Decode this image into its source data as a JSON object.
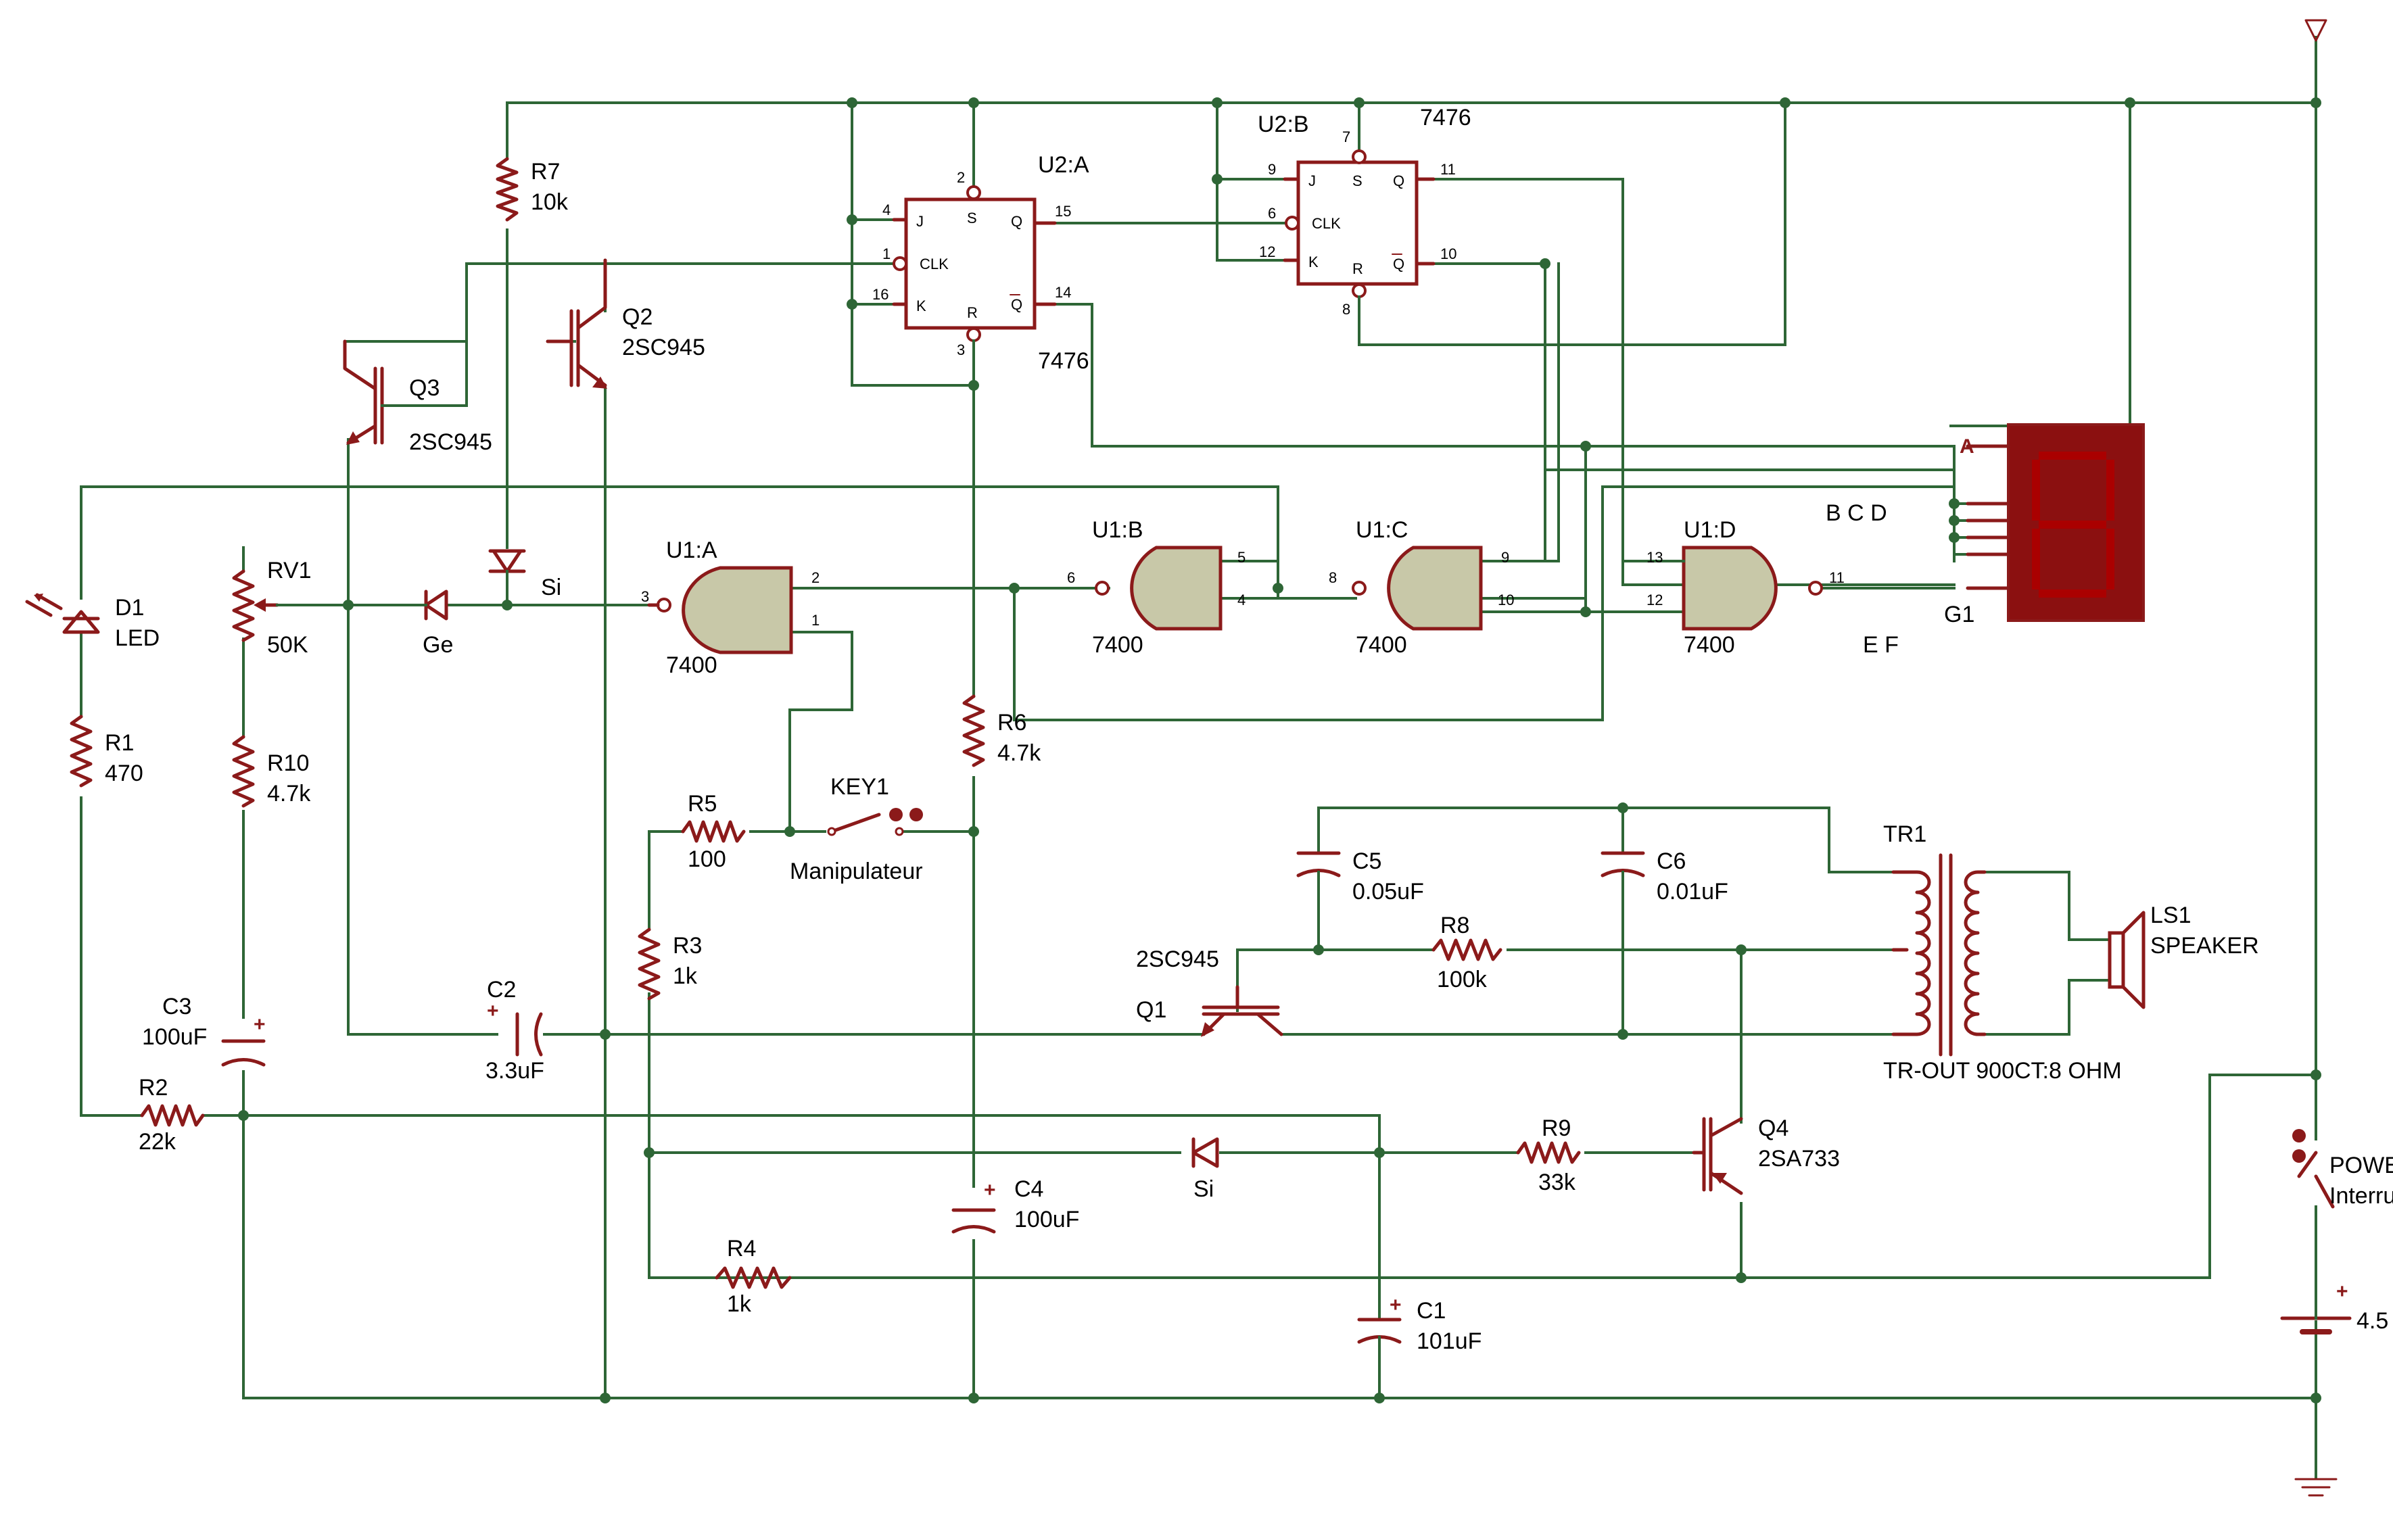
{
  "components": {
    "r7": {
      "ref": "R7",
      "value": "10k"
    },
    "r1": {
      "ref": "R1",
      "value": "470"
    },
    "r10": {
      "ref": "R10",
      "value": "4.7k"
    },
    "rv1": {
      "ref": "RV1",
      "value": "50K"
    },
    "r2": {
      "ref": "R2",
      "value": "22k"
    },
    "r3": {
      "ref": "R3",
      "value": "1k"
    },
    "r4": {
      "ref": "R4",
      "value": "1k"
    },
    "r5": {
      "ref": "R5",
      "value": "100"
    },
    "r6": {
      "ref": "R6",
      "value": "4.7k"
    },
    "r8": {
      "ref": "R8",
      "value": "100k"
    },
    "r9": {
      "ref": "R9",
      "value": "33k"
    },
    "c1": {
      "ref": "C1",
      "value": "101uF"
    },
    "c2": {
      "ref": "C2",
      "value": "3.3uF"
    },
    "c3": {
      "ref": "C3",
      "value": "100uF"
    },
    "c4": {
      "ref": "C4",
      "value": "100uF"
    },
    "c5": {
      "ref": "C5",
      "value": "0.05uF"
    },
    "c6": {
      "ref": "C6",
      "value": "0.01uF"
    },
    "d1": {
      "ref": "D1",
      "value": "LED"
    },
    "d_ge": {
      "value": "Ge"
    },
    "d_si1": {
      "value": "Si"
    },
    "d_si2": {
      "value": "Si"
    },
    "q1": {
      "ref": "Q1",
      "value": "2SC945"
    },
    "q2": {
      "ref": "Q2",
      "value": "2SC945"
    },
    "q3": {
      "ref": "Q3",
      "value": "2SC945"
    },
    "q4": {
      "ref": "Q4",
      "value": "2SA733"
    },
    "u1a": {
      "ref": "U1:A",
      "value": "7400"
    },
    "u1b": {
      "ref": "U1:B",
      "value": "7400"
    },
    "u1c": {
      "ref": "U1:C",
      "value": "7400"
    },
    "u1d": {
      "ref": "U1:D",
      "value": "7400"
    },
    "u2a": {
      "ref": "U2:A",
      "value": "7476"
    },
    "u2b": {
      "ref": "U2:B",
      "value": "7476"
    },
    "key1": {
      "ref": "KEY1",
      "value": "Manipulateur"
    },
    "tr1": {
      "ref": "TR1",
      "value": "TR-OUT 900CT:8 OHM"
    },
    "ls1": {
      "ref": "LS1",
      "value": "SPEAKER"
    },
    "power": {
      "ref": "POWE",
      "value": "Interru"
    },
    "battery": {
      "value": "4.5"
    }
  },
  "display": {
    "a": "A",
    "bcd": "B C D",
    "ef": "E F",
    "g1": "G1"
  },
  "ff_pins": {
    "j": "J",
    "k": "K",
    "clk": "CLK",
    "q": "Q",
    "qbar": "Q",
    "s": "S",
    "r": "R",
    "u2a": {
      "j": "4",
      "clk": "1",
      "k": "16",
      "s": "2",
      "r": "3",
      "q": "15",
      "qbar": "14"
    },
    "u2b": {
      "j": "9",
      "clk": "6",
      "k": "12",
      "s": "7",
      "r": "8",
      "q": "11",
      "qbar": "10"
    }
  },
  "gate_pins": {
    "u1a": {
      "a": "3",
      "b": "2",
      "c": "1"
    },
    "u1b": {
      "a": "6",
      "b": "5",
      "c": "4"
    },
    "u1c": {
      "a": "8",
      "b": "9",
      "c": "10"
    },
    "u1d": {
      "a": "11",
      "b": "13",
      "c": "12"
    }
  },
  "polarity": "+"
}
